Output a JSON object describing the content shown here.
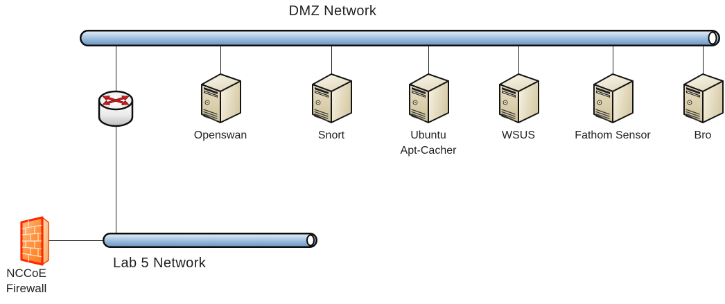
{
  "diagram": {
    "dmz": {
      "label": "DMZ Network"
    },
    "lab": {
      "label": "Lab 5 Network"
    },
    "firewall": {
      "label_lines": [
        "NCCoE",
        "Firewall"
      ]
    },
    "servers": [
      {
        "label_lines": [
          "Openswan"
        ]
      },
      {
        "label_lines": [
          "Snort"
        ]
      },
      {
        "label_lines": [
          "Ubuntu",
          "Apt-Cacher"
        ]
      },
      {
        "label_lines": [
          "WSUS"
        ]
      },
      {
        "label_lines": [
          "Fathom Sensor"
        ]
      },
      {
        "label_lines": [
          "Bro"
        ]
      }
    ],
    "icons": {
      "bus": "network-bus-cylinder",
      "router": "cisco-router",
      "server": "tower-server",
      "firewall": "brick-firewall"
    },
    "colors": {
      "background": "#ffffff",
      "bus_blue_light": "#e9f1f9",
      "bus_blue_dark": "#6e93be",
      "outline": "#0d0d0d",
      "connector_line": "#1c1c1c",
      "server_beige": "#e0d5b3",
      "router_arrow_red": "#cf1b1b",
      "firewall_border_red": "#ff2800",
      "firewall_orange": "#ff9440",
      "text": "#1f1f1f"
    }
  }
}
